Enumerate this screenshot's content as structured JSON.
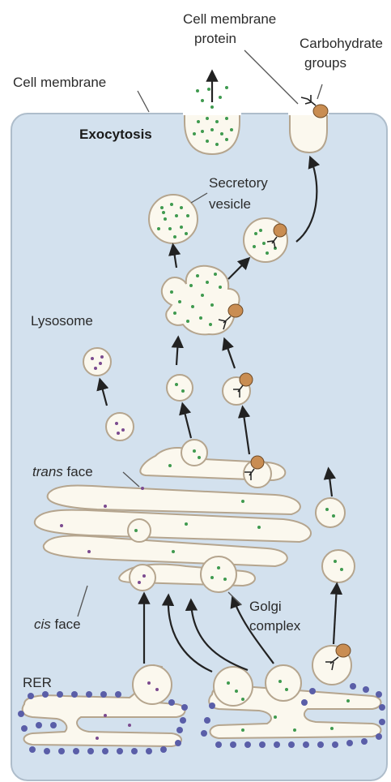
{
  "labels": {
    "cell_membrane": "Cell membrane",
    "cell_membrane_protein_line1": "Cell membrane",
    "cell_membrane_protein_line2": "protein",
    "carbohydrate_line1": "Carbohydrate",
    "carbohydrate_line2": "groups",
    "exocytosis": "Exocytosis",
    "secretory_line1": "Secretory",
    "secretory_line2": "vesicle",
    "lysosome": "Lysosome",
    "trans_italic": "trans",
    "trans_rest": " face",
    "cis_italic": "cis",
    "cis_rest": " face",
    "golgi_line1": "Golgi",
    "golgi_line2": "complex",
    "rer": "RER"
  },
  "colors": {
    "cytoplasm": "#d3e1ee",
    "membrane": "#aebdcb",
    "organelle_fill": "#fbf8ee",
    "organelle_edge": "#b5a58e",
    "secretory_dot": "#3f9a4f",
    "lysosome_dot": "#7b4a8f",
    "ribosome": "#5a5ea8",
    "arrow": "#222222",
    "protein": "#c98d52"
  }
}
